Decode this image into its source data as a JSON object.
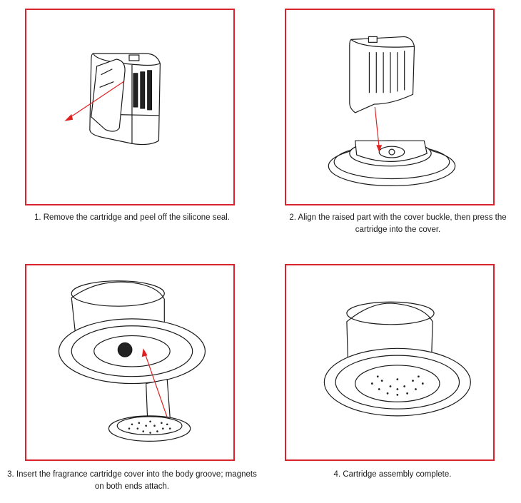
{
  "steps": [
    {
      "caption": "1. Remove the cartridge and peel off the silicone seal.",
      "icon": "cartridge-seal-illustration"
    },
    {
      "caption": "2. Align the raised part with the cover buckle, then press the cartridge into the cover.",
      "icon": "cartridge-cover-illustration"
    },
    {
      "caption": "3. Insert the fragrance cartridge cover into the body groove; magnets on both ends attach.",
      "icon": "body-groove-illustration"
    },
    {
      "caption": "4. Cartridge assembly complete.",
      "icon": "assembly-complete-illustration"
    }
  ],
  "colors": {
    "frame": "#d9232d",
    "arrow": "#e02020",
    "line": "#1a1a1a"
  }
}
